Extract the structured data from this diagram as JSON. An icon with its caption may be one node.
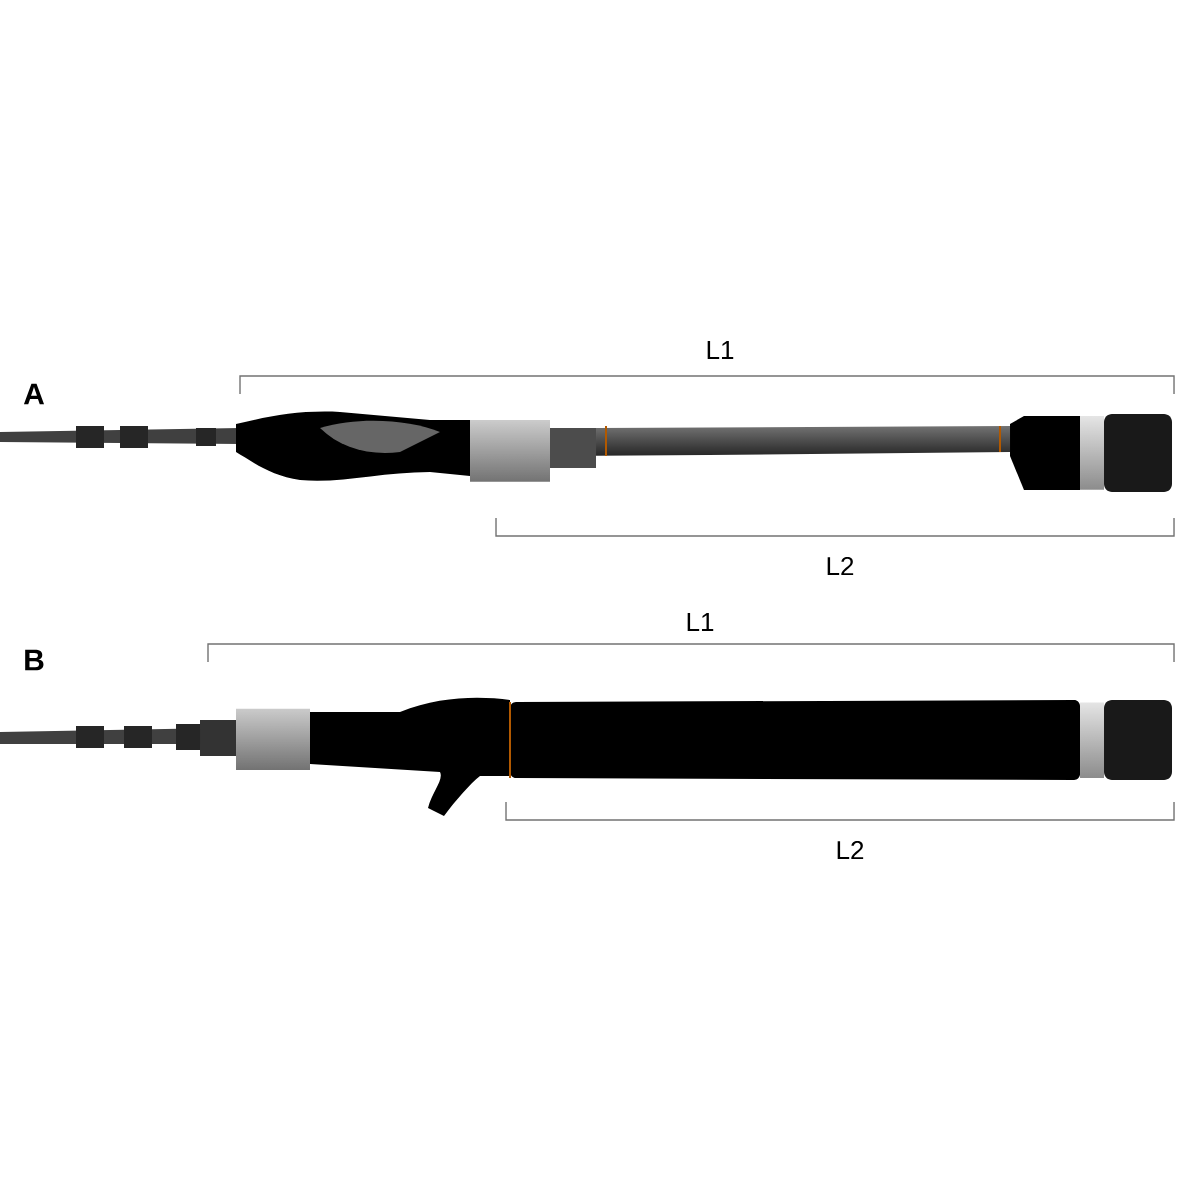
{
  "diagram": {
    "labels": [
      "L1",
      "A",
      "L2",
      "L1",
      "B",
      "L2"
    ]
  }
}
